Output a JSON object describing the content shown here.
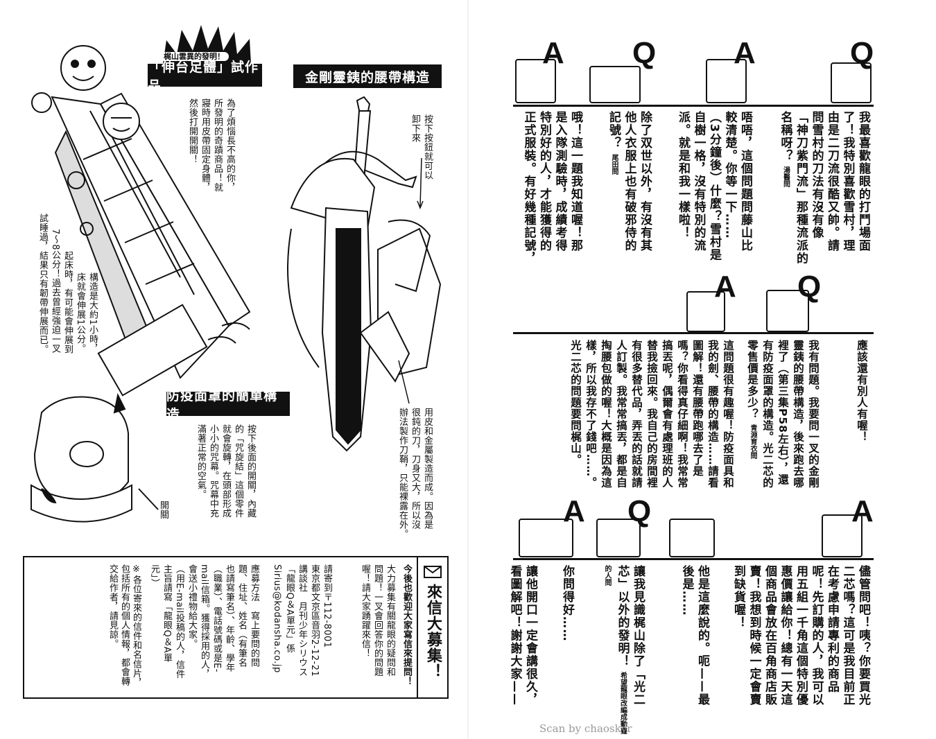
{
  "left_page": {
    "burst_caption": "梶山雲異的發明！",
    "section1": {
      "title": "「伸台足體」試作品",
      "text": [
        "為了煩惱長不高的你，",
        "所發明的奇蹟商品！就",
        "寢時用皮帶固定身體，",
        "然後打開開關！"
      ],
      "note": [
        "構造是大約1小時，",
        "床就會伸展1公分。",
        "起床時，有可能會伸展到",
        "7～8公分！過去曾經強迫一叉",
        "試睡過，結果只有韌帶伸展而已。"
      ]
    },
    "section2": {
      "title": "金剛靈銕的腰帶構造",
      "button_note": [
        "按下按鈕就可以",
        "卸下來"
      ],
      "sword_note": [
        "用皮和金屬製造而成。因為是",
        "很鈍的刀，刀身又大，所以沒",
        "辦法製作刀鞘，只能裸露在外。"
      ]
    },
    "section3": {
      "title": "防疫面罩的簡單構造",
      "text": [
        "按下後面的開關，內藏",
        "的「咒旋結」這個零件",
        "就會旋轉，在頭部形成",
        "小小的咒幕。咒幕中充",
        "滿著正常的空氣。"
      ],
      "switch_label": "開關"
    },
    "mailbox": {
      "title": "來信大募集！",
      "icon": "envelope-icon",
      "intro": [
        "今後也歡迎大家寫信來提問！"
      ],
      "body": [
        "大力募集有關龍眼的疑問和",
        "問題！一叉會回答你的問題",
        "喔！請大家踴躍來信！"
      ],
      "address": [
        "請寄到〒112-8001",
        "東京都文京區音羽2-12-21",
        "講談社　月刊少年シリウス",
        "「龍眼Q＆A單元」係",
        "Sirius@kodansha.co.jp"
      ],
      "method": [
        "應募方法　寫上要問的問",
        "題、住址、姓名（有筆名",
        "也請寫筆名）、年齡、學年",
        "（職業）、電話號碼或是E-",
        "mail信箱。獲得採用的人，",
        "會送小禮物給大家。",
        "（用E-mail投稿的人，信件",
        "主旨請寫「龍眼Q＆A單",
        "元」）"
      ],
      "notice": [
        "※各位寄來的信件和名信片，",
        "包括所有的個人情報，都會轉",
        "交給作者，請見諒。"
      ]
    }
  },
  "right_page": {
    "rows": [
      {
        "markers": [
          "A",
          "Q",
          "A",
          "Q"
        ],
        "q1": {
          "text": [
            "我最喜歡龍眼的打鬥場面",
            "了！我特別喜歡雪村，理",
            "由是二刀流很酷又帥。請",
            "問雪村的刀法有沒有像",
            "「神刀紫門流」那種流派的",
            "名稱呀？"
          ],
          "asker": "湯醫問"
        },
        "a1": {
          "text": [
            "唔唔，這個問題問藤山比",
            "較清楚。你等一下……",
            "（3分鐘後）什麼？雪村是",
            "自樹一格，沒有特別的流",
            "派。就是和我一樣啦！"
          ]
        },
        "q2": {
          "text": [
            "除了双世以外，有沒有其",
            "他人衣服上也有破邪侍的",
            "記號？"
          ],
          "asker": "尾田問"
        },
        "a2": {
          "text": [
            "哦！這一題我知道喔！那",
            "是入隊測驗時，成績考得",
            "特別好的人，才能獲得的",
            "正式服裝。有好幾種記號，"
          ]
        }
      },
      {
        "markers": [
          "A",
          "Q"
        ],
        "lead": {
          "text": [
            "應該還有別人有喔！"
          ]
        },
        "q1": {
          "text": [
            "我有問題。我要問一叉的金剛",
            "靈銕的腰帶構造，後來跑去哪",
            "裡了（第三集P58左右），還",
            "有防疫面罩的構造。光二芯的",
            "零售價是多少？"
          ],
          "asker": "青淵育衣問"
        },
        "a1": {
          "text": [
            "這問題很有趣喔！防疫面具和",
            "我的劍、腰帶的構造……請看",
            "圖解！還有腰帶跑哪去了是",
            "嗎？你看得真仔細啊！我常常",
            "搞丟呢，偶爾會有處理班的人",
            "替我撿回來。我自己的房間裡",
            "有很多替代品，弄丟的話就請",
            "人訂製。我常常搞丟，都是自",
            "掏腰包做的喔！大概是因為這",
            "樣，所以我存不了錢吧……。",
            "光二芯的問題要問梶山。"
          ]
        }
      },
      {
        "markers": [
          "A",
          "Q",
          "A"
        ],
        "a0": {
          "text": [
            "儘管問吧！咦？你要買光",
            "二芯嗎？這可是我目前正",
            "在考慮申請專利的商品",
            "呢！先訂購的人，我可以",
            "用五組一千角這個特別優",
            "惠價讓給你！總有一天這",
            "個商品會放在百角商店販",
            "賣！我想到時候一定會賣",
            "到缺貨喔！"
          ]
        },
        "b0": {
          "text": [
            "他是這麼說的。呃——最",
            "後是……"
          ]
        },
        "q1": {
          "text": [
            "讓我見識梶山除了「光二",
            "芯」以外的發明！"
          ],
          "asker": "希望龍眼改編成動畫的人問"
        },
        "a1": {
          "text": [
            "你問得好……"
          ]
        },
        "a2": {
          "text": [
            "讓他開口一定會講很久，",
            "看圖解吧！謝謝大家——"
          ]
        }
      }
    ]
  },
  "footer": {
    "scan_credit": "Scan by chaoskyr"
  }
}
